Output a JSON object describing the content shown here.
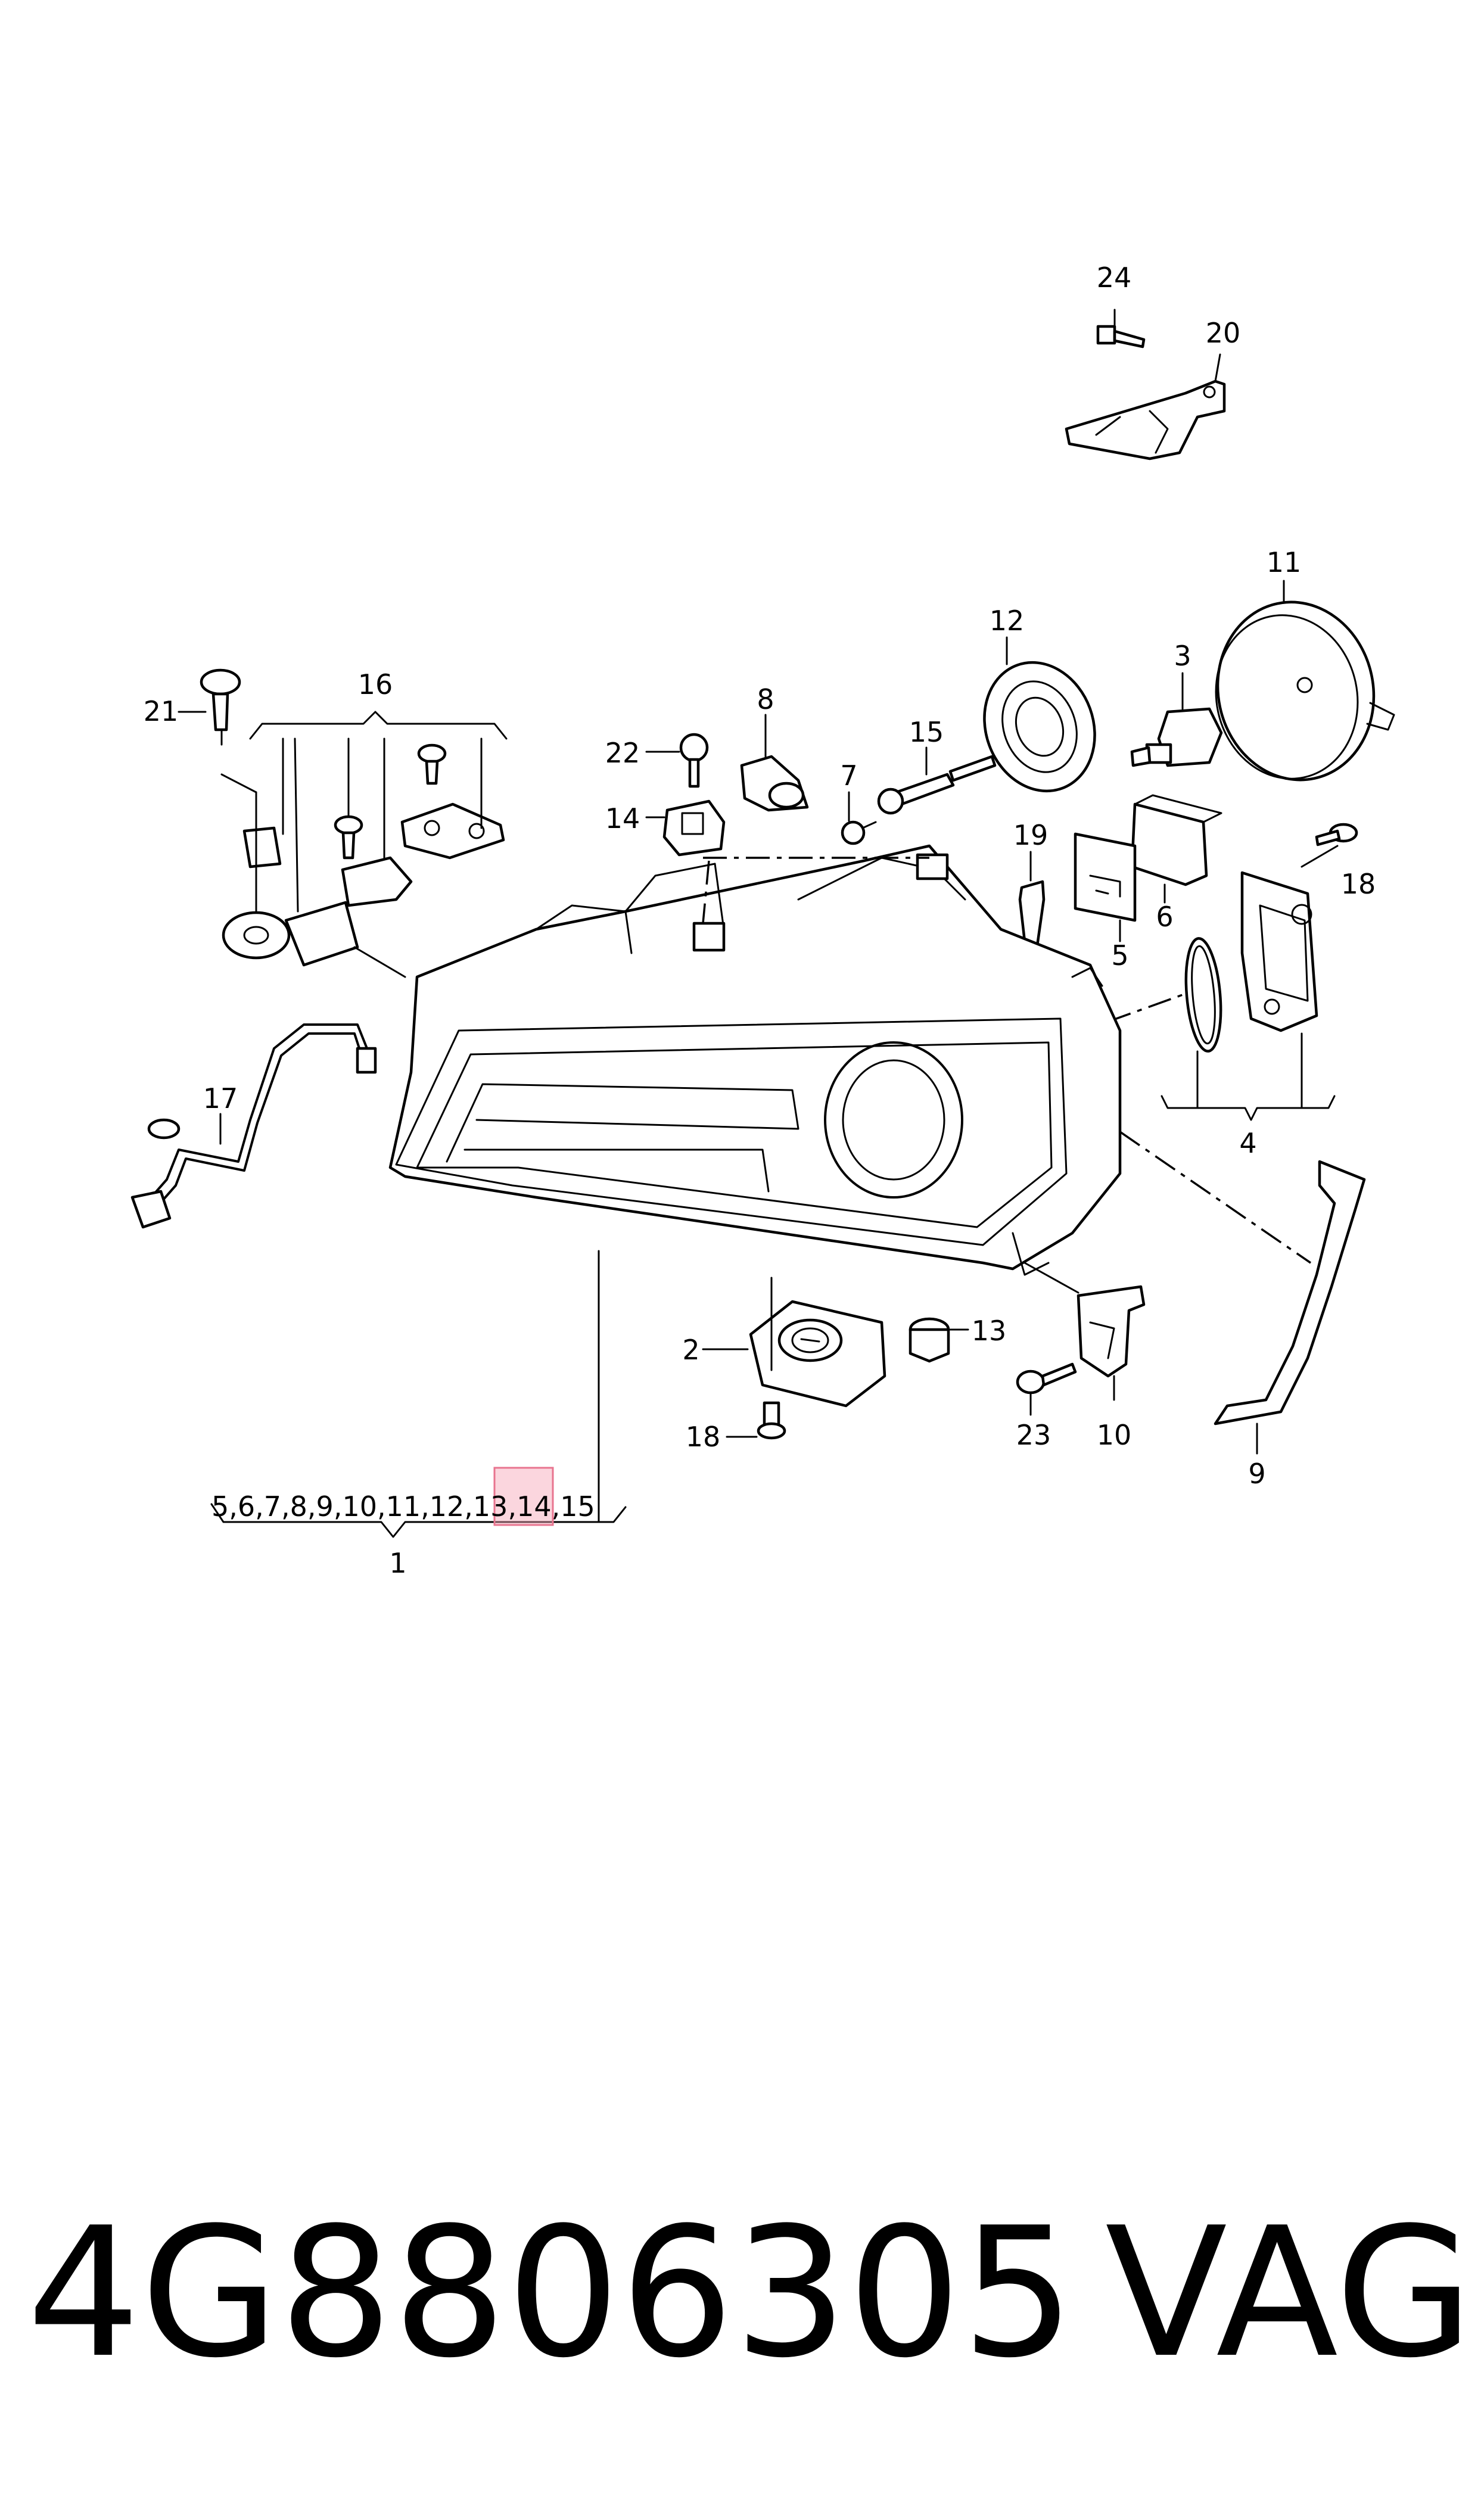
{
  "diagram": {
    "callouts": {
      "c24": "24",
      "c20": "20",
      "c11": "11",
      "c12": "12",
      "c3": "3",
      "c16": "16",
      "c21": "21",
      "c8": "8",
      "c22": "22",
      "c15": "15",
      "c7": "7",
      "c14": "14",
      "c19": "19",
      "c6": "6",
      "c5": "5",
      "c18a": "18",
      "c17": "17",
      "c4": "4",
      "c2": "2",
      "c13": "13",
      "c18b": "18",
      "c23": "23",
      "c10": "10",
      "c9": "9",
      "c1": "1"
    },
    "assembly_contents": "5,6,7,8,9,10,11,12,13,14,15",
    "highlight_color": "#f7a3b6"
  },
  "caption": {
    "part_number": "4G8806305",
    "brand": "VAG"
  }
}
